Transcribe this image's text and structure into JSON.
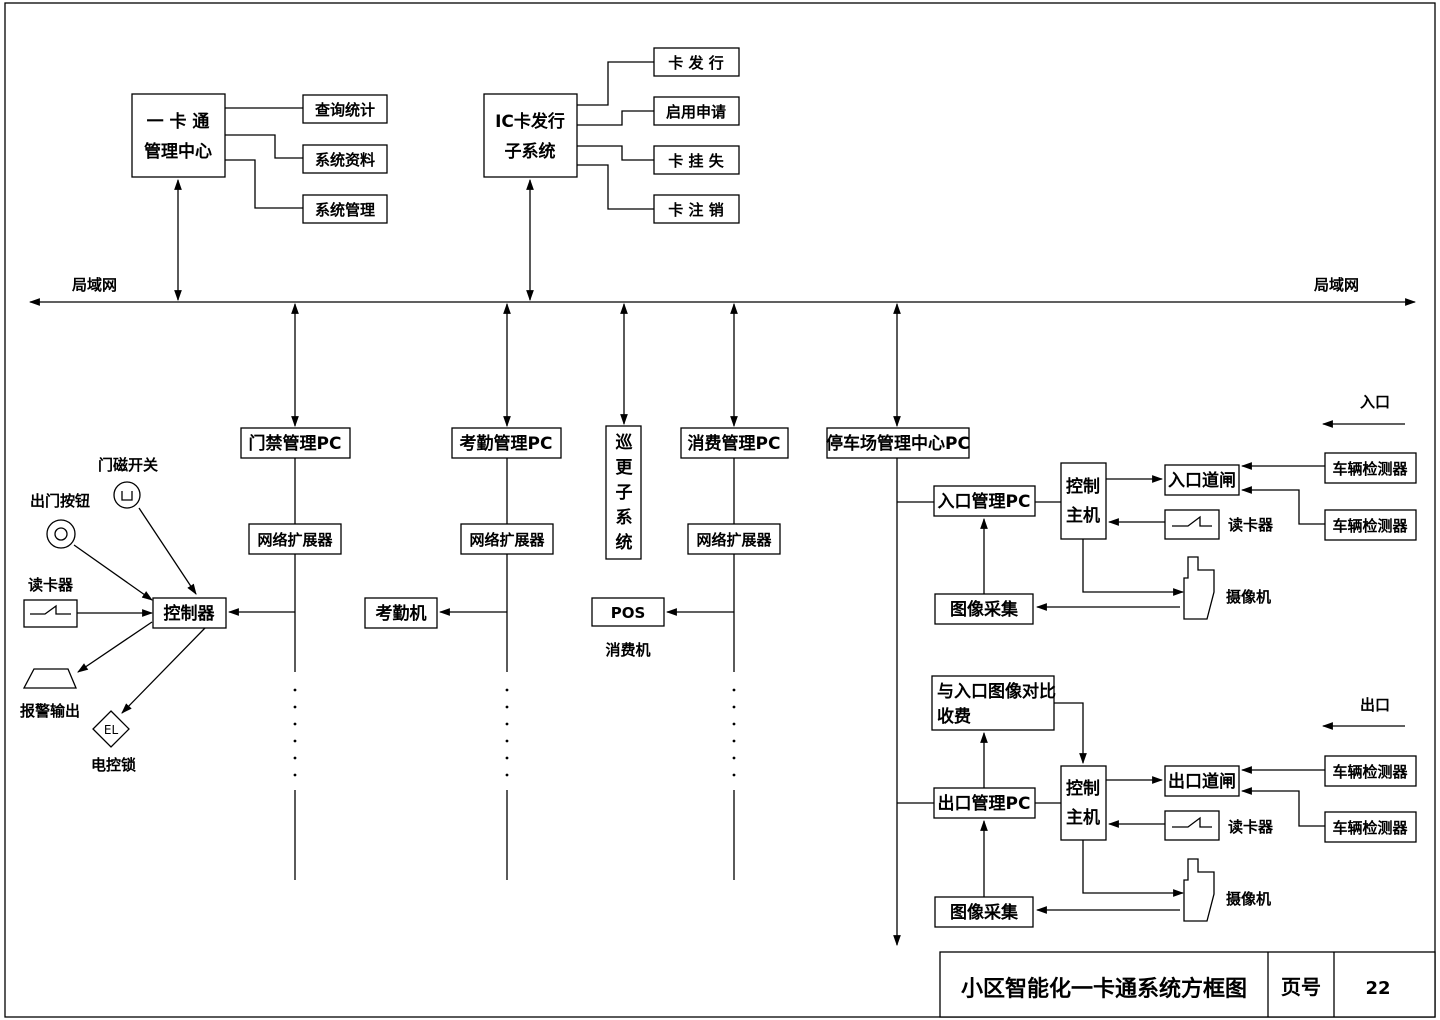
{
  "title_block": {
    "title": "小区智能化一卡通系统方框图",
    "page_label": "页号",
    "page_number": "22"
  },
  "lan": {
    "left_label": "局域网",
    "right_label": "局域网"
  },
  "management_center": {
    "line1": "一 卡 通",
    "line2": "管理中心",
    "items": [
      "查询统计",
      "系统资料",
      "系统管理"
    ]
  },
  "ic_card": {
    "line1": "IC卡发行",
    "line2": "子系统",
    "items": [
      "卡 发 行",
      "启用申请",
      "卡 挂 失",
      "卡 注 销"
    ]
  },
  "access_control": {
    "pc": "门禁管理PC",
    "expander": "网络扩展器",
    "controller": "控制器",
    "door_sensor": "门磁开关",
    "exit_button": "出门按钮",
    "reader": "读卡器",
    "alarm": "报警输出",
    "lock_tag": "EL",
    "lock": "电控锁"
  },
  "attendance": {
    "pc": "考勤管理PC",
    "expander": "网络扩展器",
    "device": "考勤机"
  },
  "patrol": {
    "label": [
      "巡",
      "更",
      "子",
      "系",
      "统"
    ]
  },
  "consumption": {
    "pc": "消费管理PC",
    "expander": "网络扩展器",
    "pos": "POS",
    "pos_label": "消费机"
  },
  "parking": {
    "center": "停车场管理中心PC",
    "entrance": {
      "direction": "入口",
      "pc": "入口管理PC",
      "host1": "控制",
      "host2": "主机",
      "gate": "入口道闸",
      "detector1": "车辆检测器",
      "detector2": "车辆检测器",
      "reader": "读卡器",
      "camera": "摄像机",
      "capture": "图像采集"
    },
    "exit": {
      "direction": "出口",
      "pc": "出口管理PC",
      "host1": "控制",
      "host2": "主机",
      "gate": "出口道闸",
      "detector1": "车辆检测器",
      "detector2": "车辆检测器",
      "reader": "读卡器",
      "camera": "摄像机",
      "capture": "图像采集",
      "compare1": "与入口图像对比",
      "compare2": "收费"
    }
  }
}
